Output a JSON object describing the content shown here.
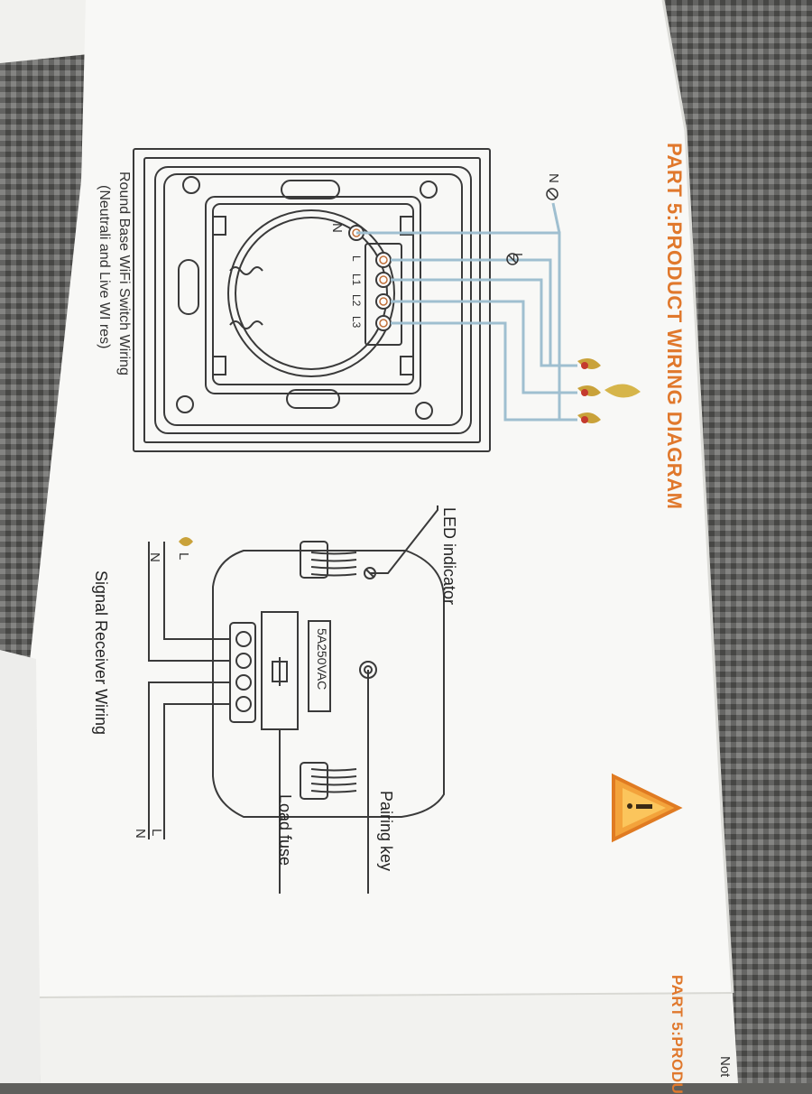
{
  "manual": {
    "title": "PART 5:PRODUCT WIRING DIAGRAM",
    "next_title": "PART 5:PRODU",
    "corner_note": "Not",
    "left_caption_line1": "Round Base WiFi Switch Wiring",
    "left_caption_line2": "(Neutrali and Live WI res)",
    "right_caption": "Signal Receiver Wiring",
    "callouts": {
      "led": "LED indicator",
      "pairing": "Pairing key",
      "fuse": "Load fuse",
      "fuse_rating": "5A250VAC"
    },
    "terminals": {
      "n_top": "N",
      "l_top": "L",
      "n_body": "N",
      "strip": [
        "L",
        "L1",
        "L2",
        "L3"
      ],
      "receiver_top": [
        "L",
        "N"
      ],
      "receiver_bottom": [
        "L",
        "N"
      ]
    },
    "warning_icon": "warning-triangle-icon"
  },
  "colors": {
    "title_orange": "#e0782c",
    "wire_blue": "#9fbfd0",
    "line_dark": "#3a3a3a",
    "paper": "#f7f7f5"
  }
}
